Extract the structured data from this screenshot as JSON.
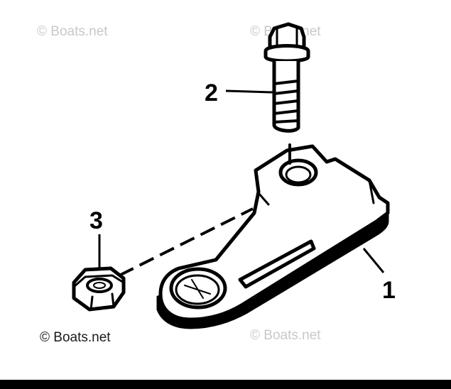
{
  "callouts": {
    "bracket": "1",
    "bolt": "2",
    "nut": "3"
  },
  "watermark": "© Boats.net",
  "credit": "© Boats.net",
  "colors": {
    "ink": "#000000",
    "watermark": "#c8c8c8",
    "paper": "#ffffff"
  }
}
